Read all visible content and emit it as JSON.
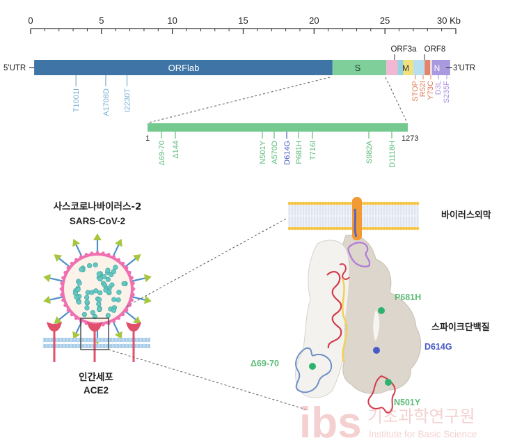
{
  "genome": {
    "scale": {
      "ticks": [
        {
          "label": "0",
          "kb": 0
        },
        {
          "label": "5",
          "kb": 5
        },
        {
          "label": "10",
          "kb": 10
        },
        {
          "label": "15",
          "kb": 15
        },
        {
          "label": "20",
          "kb": 20
        },
        {
          "label": "25",
          "kb": 25
        },
        {
          "label": "30 Kb",
          "kb": 30
        }
      ],
      "max_kb": 30
    },
    "utr5": "5'UTR",
    "utr3": "3'UTR",
    "genes": {
      "orf1ab": {
        "label": "ORFlab",
        "start_kb": 0.25,
        "end_kb": 21.3,
        "color": "#3f74a6"
      },
      "s": {
        "label": "S",
        "start_kb": 21.3,
        "end_kb": 25.1,
        "color": "#7fcf9b"
      },
      "orf3a": {
        "label": "ORF3a",
        "start_kb": 25.1,
        "end_kb": 25.9,
        "color": "#f2b8d3"
      },
      "m": {
        "label": "M",
        "start_kb": 26.3,
        "end_kb": 27.0,
        "color": "#f2e07a"
      },
      "orf8": {
        "label": "ORF8",
        "start_kb": 27.8,
        "end_kb": 28.2,
        "color": "#e3846a"
      },
      "n": {
        "label": "N",
        "start_kb": 28.3,
        "end_kb": 29.6,
        "color": "#a99adf"
      },
      "accent_e": {
        "start_kb": 25.9,
        "end_kb": 26.3,
        "color": "#9ad3e0"
      },
      "accent_gap": {
        "start_kb": 27.0,
        "end_kb": 27.8,
        "color": "#b8dff0"
      }
    },
    "orf1ab_mutations": [
      {
        "label": "T1001I",
        "kb": 3.2
      },
      {
        "label": "A1708D",
        "kb": 5.3
      },
      {
        "label": "I2230T",
        "kb": 6.8
      }
    ],
    "n_region_mutations": [
      {
        "label": "STOP",
        "color": "#e07a55"
      },
      {
        "label": "R52I",
        "color": "#e07a55"
      },
      {
        "label": "Y73C",
        "color": "#e07a55"
      },
      {
        "label": "D3L",
        "color": "#a98de0"
      },
      {
        "label": "S235F",
        "color": "#a98de0"
      }
    ]
  },
  "spike_bar": {
    "start_label": "1",
    "end_label": "1273",
    "length": 1273,
    "color": "#74c98e",
    "mutations": [
      {
        "label": "Δ69-70",
        "pos": 69,
        "color": "#5dbb78"
      },
      {
        "label": "Δ144",
        "pos": 144,
        "color": "#5dbb78"
      },
      {
        "label": "N501Y",
        "pos": 501,
        "color": "#5dbb78"
      },
      {
        "label": "A570D",
        "pos": 570,
        "color": "#5dbb78"
      },
      {
        "label": "D614G",
        "pos": 614,
        "color": "#4a5ac8"
      },
      {
        "label": "P681H",
        "pos": 681,
        "color": "#5dbb78"
      },
      {
        "label": "T716I",
        "pos": 716,
        "color": "#5dbb78"
      },
      {
        "label": "S982A",
        "pos": 982,
        "color": "#5dbb78"
      },
      {
        "label": "D1118H",
        "pos": 1118,
        "color": "#5dbb78"
      }
    ]
  },
  "virus": {
    "name_ko": "사스코로나바이러스-2",
    "name_en": "SARS-CoV-2"
  },
  "cell": {
    "name_ko": "인간세포",
    "receptor": "ACE2"
  },
  "structure": {
    "membrane_label": "바이러스외막",
    "protein_label": "스파이크단백질",
    "sites": [
      {
        "label": "P681H",
        "color": "#5dbb78"
      },
      {
        "label": "D614G",
        "color": "#4a5ac8"
      },
      {
        "label": "Δ69-70",
        "color": "#5dbb78"
      },
      {
        "label": "N501Y",
        "color": "#5dbb78"
      }
    ]
  },
  "watermark": {
    "logo": "ibs",
    "name_ko": "기초과학연구원",
    "name_en": "Institute for Basic Science"
  },
  "colors": {
    "axis": "#333333",
    "text": "#222222",
    "mutation_blue": "#7aaed4",
    "spike_green": "#74c98e",
    "membrane_yellow": "#f5c443",
    "membrane_tail": "#c9d3e6",
    "protein_surface": "#dcd6cc",
    "helix_red": "#d23b4a",
    "helix_blue": "#6c8fc7",
    "helix_yellow": "#f0d155",
    "helix_purple": "#b07ad8",
    "virus_cyan": "#63c7c2",
    "virus_pink": "#f06fb0",
    "receptor_red": "#e0506a",
    "cell_membrane_blue": "#a8cde8",
    "dashed": "#555555"
  }
}
